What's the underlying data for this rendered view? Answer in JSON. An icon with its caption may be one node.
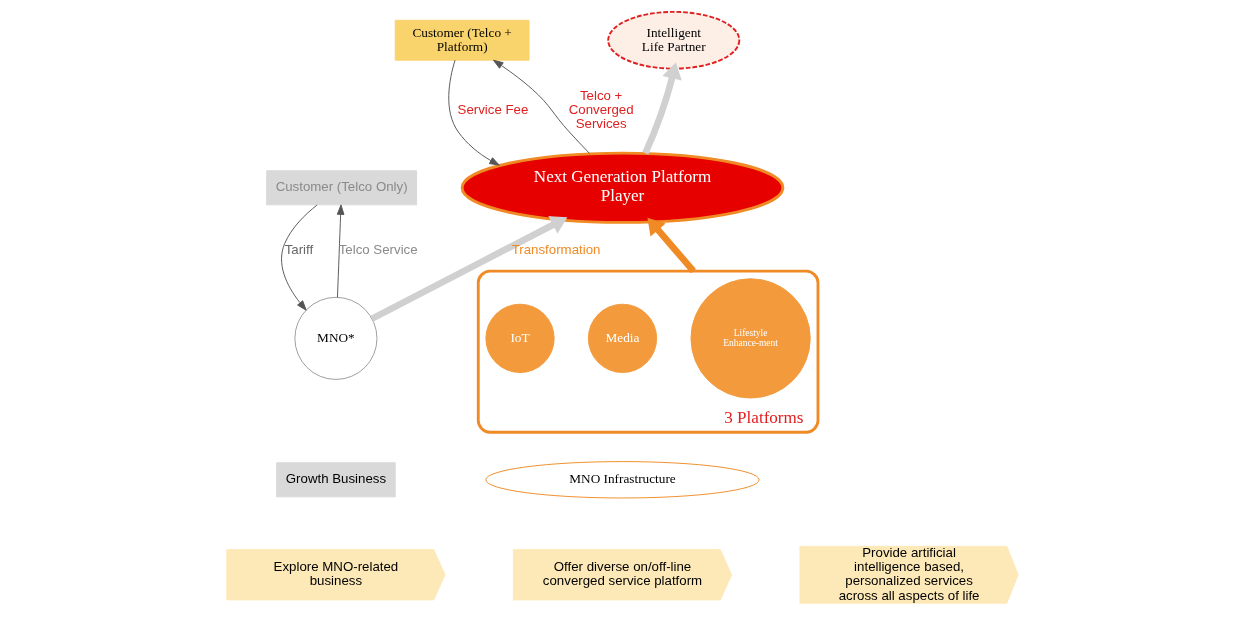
{
  "diagram": {
    "nodes": [
      {
        "text": [
          "Customer (Telco Only)"
        ]
      },
      {
        "text": [
          "MNO*"
        ]
      },
      {
        "text": [
          "Growth Business"
        ]
      },
      {
        "text": [
          "Customer (Telco + Platform)"
        ]
      },
      {
        "text": [
          "Next Generation Platform Player"
        ]
      },
      {
        "text": [
          "MNO Infrastructure"
        ]
      },
      {
        "text": [],
        "shape": "box",
        "beside": [
          "3 Platforms"
        ]
      },
      {
        "text": [
          "Lifestyle Enhance-ment"
        ],
        "in": 6
      },
      {
        "text": [
          "Media"
        ],
        "in": 6
      },
      {
        "text": [
          "IoT"
        ],
        "in": 6
      },
      {
        "text": [
          "Intelligent Life Partner"
        ]
      },
      {
        "text": [
          "Explore MNO-related business"
        ]
      },
      {
        "text": [
          "Offer diverse on/off-line converged service platform"
        ]
      },
      {
        "text": [
          "Provide artificial intelligence based, personalized services across all aspects of life"
        ]
      }
    ],
    "edges": [
      {
        "from": 0,
        "to": 1,
        "arrow": "to",
        "label": "Tariff"
      },
      {
        "from": 1,
        "to": 0,
        "arrow": "to",
        "label": "Telco Service"
      },
      {
        "from": 3,
        "to": 4,
        "arrow": "to",
        "label": "Service Fee"
      },
      {
        "from": 4,
        "to": 3,
        "arrow": "to",
        "label": "Telco + Converged Services"
      },
      {
        "from": 1,
        "to": 4,
        "arrow": "to",
        "label": "Transformation",
        "style": "thick",
        "color": "#d0d0d0"
      },
      {
        "from": 4,
        "to": 10,
        "arrow": "to",
        "style": "thick",
        "color": "#d0d0d0"
      },
      {
        "from": 6,
        "to": 4,
        "arrow": "to",
        "style": "thick",
        "color": "#f08a24"
      }
    ]
  }
}
